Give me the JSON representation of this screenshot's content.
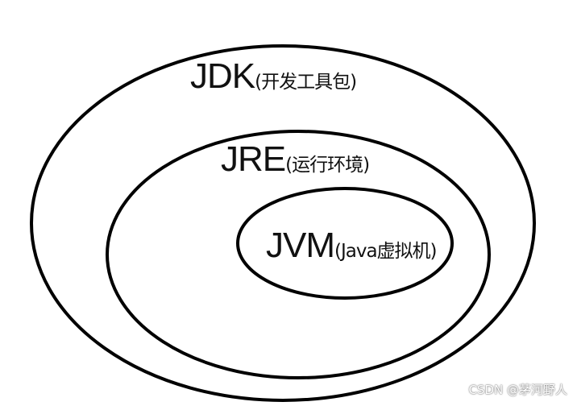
{
  "diagram": {
    "outer": {
      "name": "JDK",
      "description": "(开发工具包)"
    },
    "middle": {
      "name": "JRE",
      "description": "(运行环境)"
    },
    "inner": {
      "name": "JVM",
      "description": "(Java虚拟机)"
    },
    "stroke_color": "#000000"
  },
  "watermark": "CSDN @茅河野人"
}
